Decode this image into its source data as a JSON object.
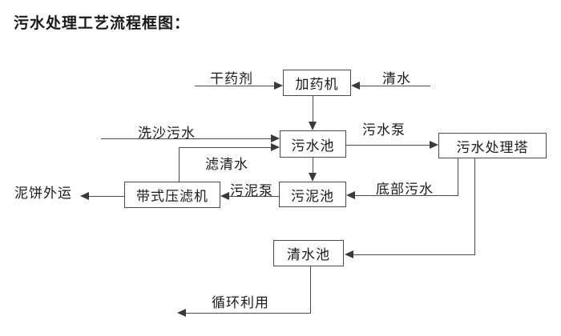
{
  "title": "污水处理工艺流程框图：",
  "diagram": {
    "nodes": {
      "dosing_machine": "加药机",
      "sewage_pool": "污水池",
      "treatment_tower": "污水处理塔",
      "sludge_pool": "污泥池",
      "belt_filter_press": "带式压滤机",
      "clean_water_pool": "清水池"
    },
    "flow_labels": {
      "dry_agent": "干药剂",
      "clean_water": "清水",
      "sand_washing_sewage": "洗沙污水",
      "filtered_water": "滤清水",
      "sewage_pump": "污水泵",
      "bottom_sewage": "底部污水",
      "sludge_pump": "污泥泵",
      "mud_cake_outbound": "泥饼外运",
      "recycle_use": "循环利用"
    }
  },
  "colors": {
    "background": "#ffffff",
    "line": "#4a4a4a",
    "text": "#1a1a1a"
  }
}
